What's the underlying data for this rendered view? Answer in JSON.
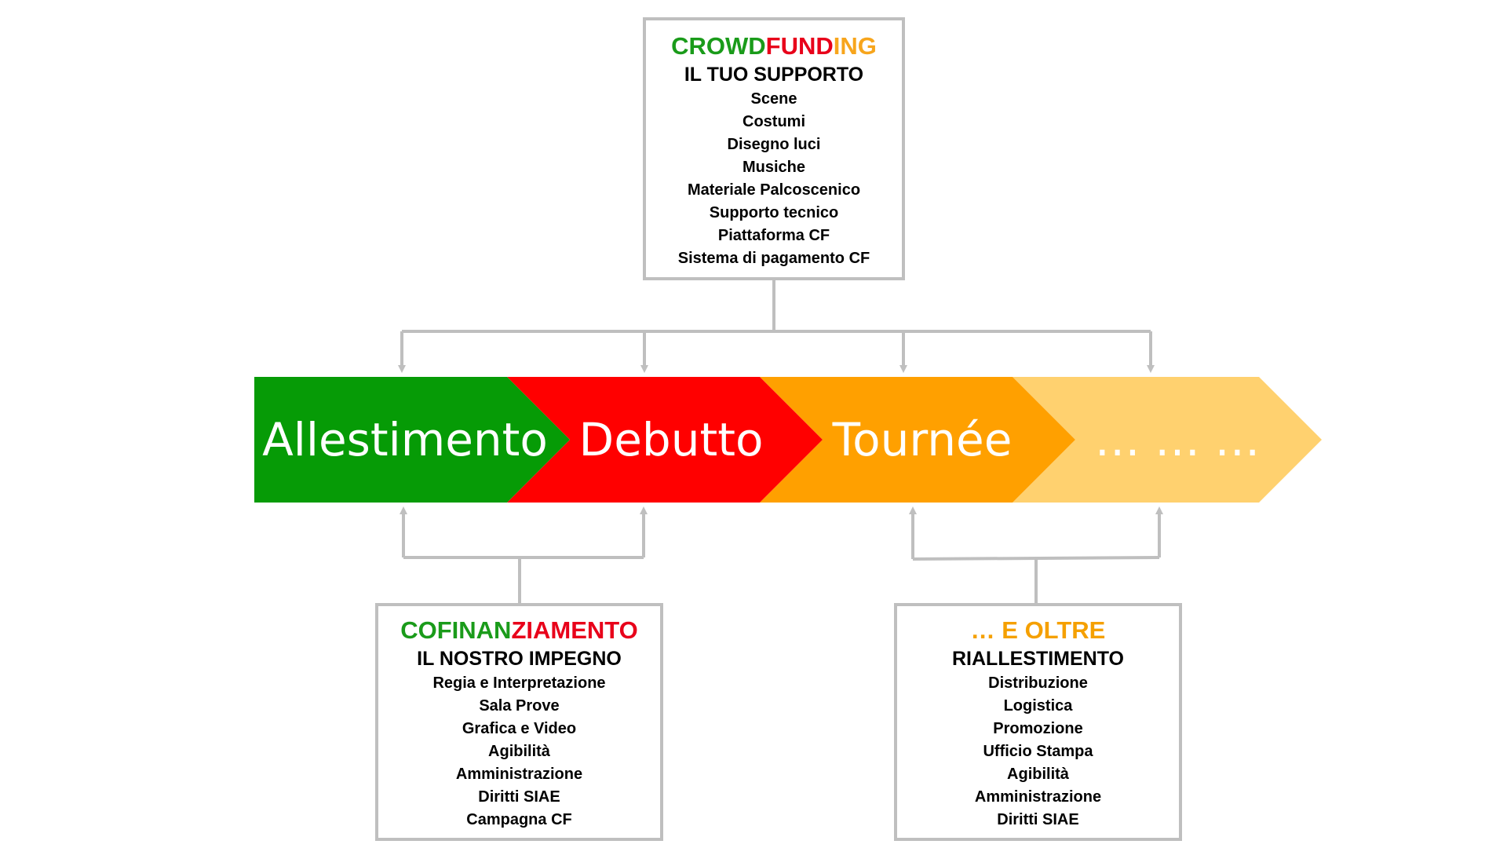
{
  "stages": [
    {
      "label": "Allestimento",
      "color": "#069b06"
    },
    {
      "label": "Debutto",
      "color": "#ff0000"
    },
    {
      "label": "Tournée",
      "color": "#ffa000"
    },
    {
      "label": "… … …",
      "color": "#ffd16f"
    }
  ],
  "connector_color": "#bfbfbf",
  "crowdfunding": {
    "title_parts": [
      "CROWD",
      "FUND",
      "ING"
    ],
    "subtitle": "IL TUO SUPPORTO",
    "items": [
      "Scene",
      "Costumi",
      "Disegno luci",
      "Musiche",
      "Materiale Palcoscenico",
      "Supporto tecnico",
      "Piattaforma CF",
      "Sistema di pagamento CF"
    ]
  },
  "cofinanziamento": {
    "title_parts": [
      "COFINAN",
      "ZIAMENTO"
    ],
    "subtitle": "IL NOSTRO IMPEGNO",
    "items": [
      "Regia e Interpretazione",
      "Sala Prove",
      "Grafica e Video",
      "Agibilità",
      "Amministrazione",
      "Diritti SIAE",
      "Campagna CF"
    ]
  },
  "oltre": {
    "title": "… E OLTRE",
    "subtitle": "RIALLESTIMENTO",
    "items": [
      "Distribuzione",
      "Logistica",
      "Promozione",
      "Ufficio Stampa",
      "Agibilità",
      "Amministrazione",
      "Diritti SIAE"
    ]
  }
}
